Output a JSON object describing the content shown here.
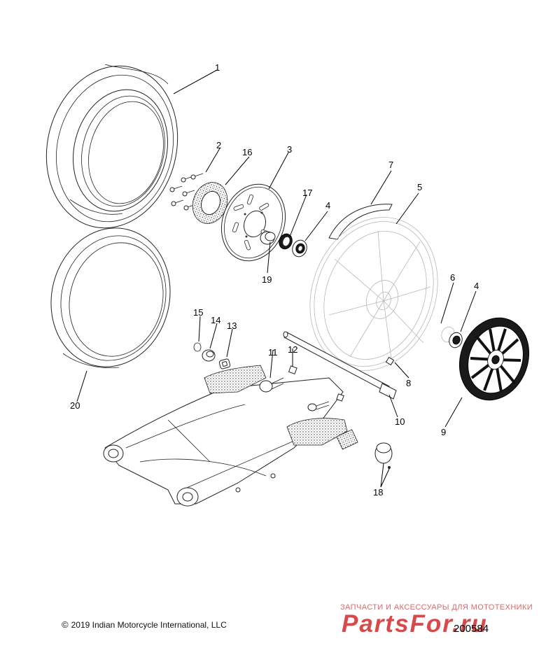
{
  "callouts": [
    {
      "id": "c1",
      "label": "1"
    },
    {
      "id": "c2",
      "label": "2"
    },
    {
      "id": "c3",
      "label": "3"
    },
    {
      "id": "c4a",
      "label": "4"
    },
    {
      "id": "c4b",
      "label": "4"
    },
    {
      "id": "c5",
      "label": "5"
    },
    {
      "id": "c6",
      "label": "6"
    },
    {
      "id": "c7",
      "label": "7"
    },
    {
      "id": "c8",
      "label": "8"
    },
    {
      "id": "c9",
      "label": "9"
    },
    {
      "id": "c10",
      "label": "10"
    },
    {
      "id": "c11",
      "label": "11"
    },
    {
      "id": "c12",
      "label": "12"
    },
    {
      "id": "c13",
      "label": "13"
    },
    {
      "id": "c14",
      "label": "14"
    },
    {
      "id": "c15",
      "label": "15"
    },
    {
      "id": "c16",
      "label": "16"
    },
    {
      "id": "c17",
      "label": "17"
    },
    {
      "id": "c18",
      "label": "18"
    },
    {
      "id": "c19",
      "label": "19"
    },
    {
      "id": "c20",
      "label": "20"
    }
  ],
  "copyright": {
    "icon": "copyright-icon",
    "text": "2019 Indian Motorcycle International, LLC"
  },
  "drawing_number": "200584",
  "watermark": {
    "tagline": "ЗАПЧАСТИ И АКСЕССУАРЫ ДЛЯ МОТОТЕХНИКИ",
    "logo": "PartsFor.ru"
  }
}
